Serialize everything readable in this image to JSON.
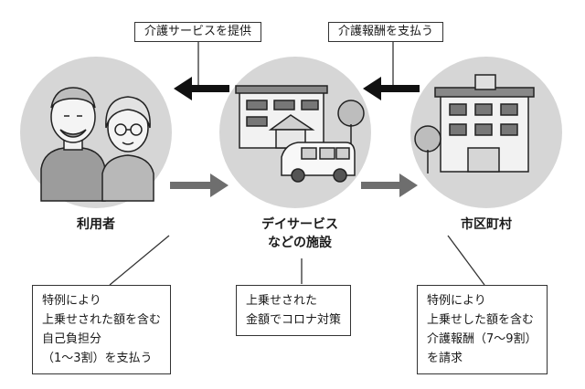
{
  "top_labels": {
    "left": "介護サービスを提供",
    "right": "介護報酬を支払う"
  },
  "nodes": {
    "user": "利用者",
    "facility_line1": "デイサービス",
    "facility_line2": "などの施設",
    "city": "市区町村"
  },
  "notes": {
    "left": [
      "特例により",
      "上乗せされた額を含む",
      "自己負担分",
      "（1〜3割）を支払う"
    ],
    "center": [
      "上乗せされた",
      "金額でコロナ対策"
    ],
    "right": [
      "特例により",
      "上乗せした額を含む",
      "介護報酬（7〜9割）",
      "を請求"
    ]
  },
  "colors": {
    "circle": "#d6d6d6",
    "arrow_black": "#111111",
    "arrow_gray": "#6e6e6e"
  }
}
